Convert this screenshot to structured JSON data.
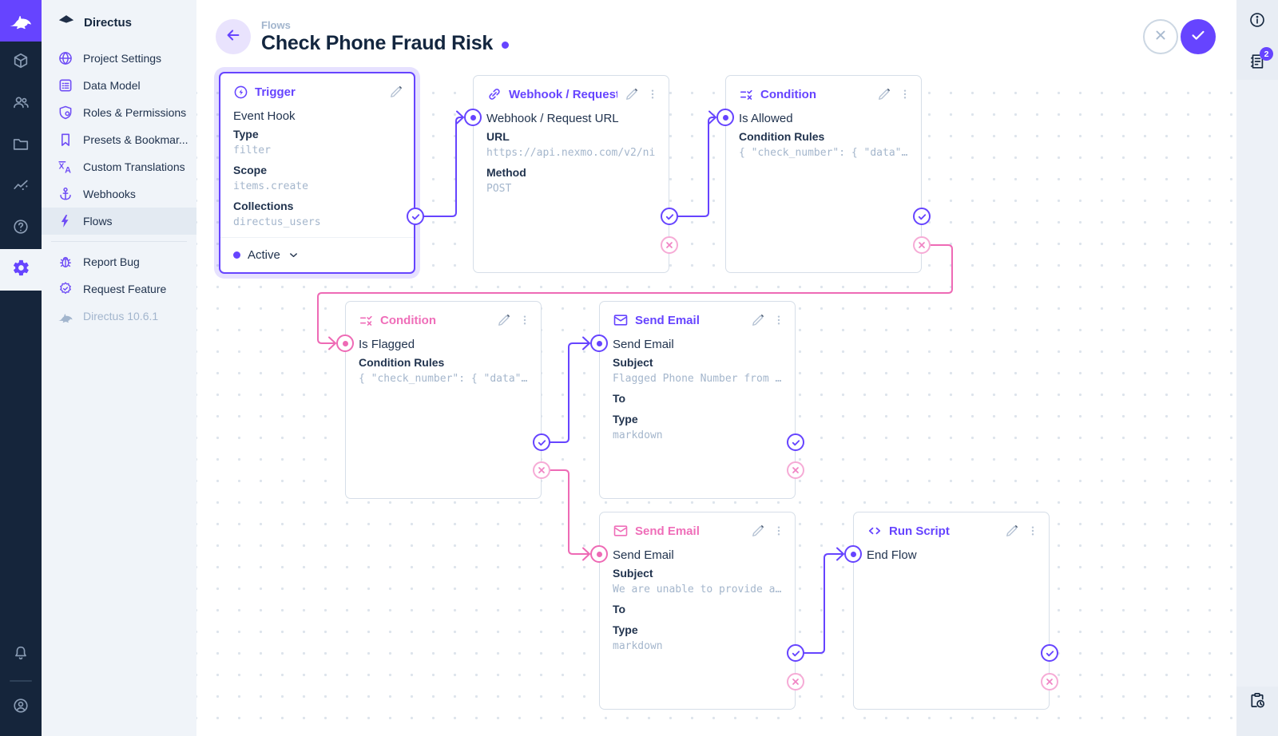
{
  "colors": {
    "primary": "#6644ff",
    "pink": "#ee6ab5",
    "pink_light": "#f6abd6",
    "text_dark": "#172940",
    "text_muted": "#a2b5cd"
  },
  "module_bar": {
    "items": [
      {
        "icon": "directus-rabbit-logo"
      },
      {
        "icon": "content-cube"
      },
      {
        "icon": "user-directory"
      },
      {
        "icon": "file-library-folder"
      },
      {
        "icon": "insights-graph"
      },
      {
        "icon": "help-circle"
      },
      {
        "icon": "settings-gear",
        "active": true
      }
    ],
    "bottom": [
      {
        "icon": "notifications-bell"
      },
      {
        "icon": "account-circle"
      }
    ]
  },
  "sidebar": {
    "project_name": "Directus",
    "items": [
      {
        "label": "Project Settings"
      },
      {
        "label": "Data Model"
      },
      {
        "label": "Roles & Permissions"
      },
      {
        "label": "Presets & Bookmar..."
      },
      {
        "label": "Custom Translations"
      },
      {
        "label": "Webhooks"
      },
      {
        "label": "Flows",
        "active": true
      },
      {
        "label": "Report Bug"
      },
      {
        "label": "Request Feature"
      },
      {
        "label": "Directus 10.6.1",
        "muted": true
      }
    ]
  },
  "header": {
    "breadcrumb": "Flows",
    "title": "Check Phone Fraud Risk",
    "unsaved_indicator": true
  },
  "right_sidebar": {
    "notifications_badge": "2"
  },
  "canvas": {
    "cards": [
      {
        "title": "Trigger",
        "name": "Event Hook",
        "status_label": "Active",
        "fields": [
          {
            "label": "Type",
            "value": "filter"
          },
          {
            "label": "Scope",
            "value": "items.create"
          },
          {
            "label": "Collections",
            "value": "directus_users"
          }
        ]
      },
      {
        "title": "Webhook / Request URL",
        "name": "Webhook / Request URL",
        "fields": [
          {
            "label": "URL",
            "value": "https://api.nexmo.com/v2/ni"
          },
          {
            "label": "Method",
            "value": "POST"
          }
        ]
      },
      {
        "title": "Condition",
        "name": "Is Allowed",
        "fields": [
          {
            "label": "Condition Rules",
            "value": "{ \"check_number\": { \"data\"…"
          }
        ]
      },
      {
        "title": "Condition",
        "name": "Is Flagged",
        "fields": [
          {
            "label": "Condition Rules",
            "value": "{ \"check_number\": { \"data\"…"
          }
        ]
      },
      {
        "title": "Send Email",
        "name": "Send Email",
        "fields": [
          {
            "label": "Subject",
            "value": "Flagged Phone Number from …"
          },
          {
            "label": "To",
            "value": ""
          },
          {
            "label": "Type",
            "value": "markdown"
          }
        ]
      },
      {
        "title": "Send Email",
        "name": "Send Email",
        "fields": [
          {
            "label": "Subject",
            "value": "We are unable to provide a…"
          },
          {
            "label": "To",
            "value": ""
          },
          {
            "label": "Type",
            "value": "markdown"
          }
        ]
      },
      {
        "title": "Run Script",
        "name": "End Flow",
        "fields": []
      }
    ]
  }
}
